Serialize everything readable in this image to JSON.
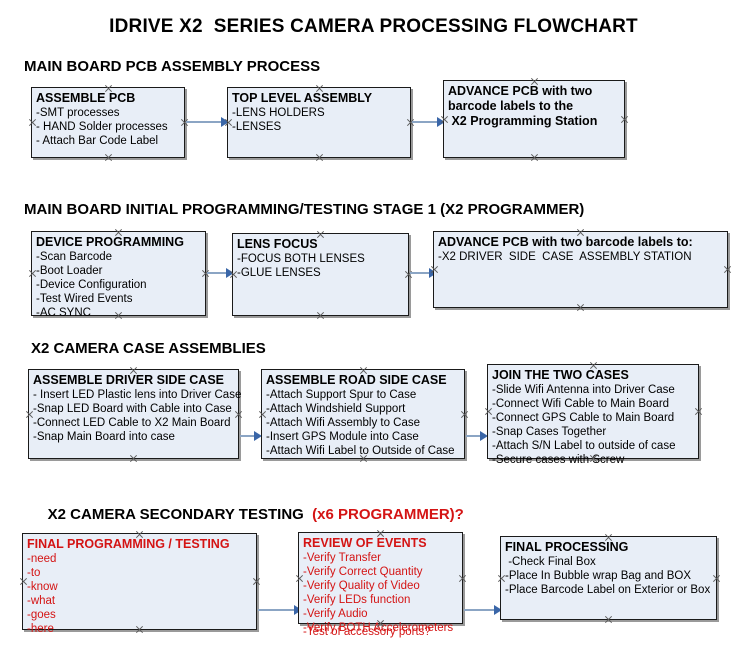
{
  "document": {
    "title": "IDRIVE X2  SERIES CAMERA PROCESSING FLOWCHART"
  },
  "colors": {
    "box_fill": "#e8eef7",
    "box_border": "#1a1a1a",
    "connector_line": "#8ba5c4",
    "connector_head": "#3a66a8",
    "accent_red": "#d41414",
    "text": "#000000"
  },
  "sections": [
    {
      "id": "main-board-pcb-assembly-process",
      "header": "MAIN BOARD PCB ASSEMBLY PROCESS",
      "header_accent": "",
      "boxes": [
        {
          "id": "assemble-pcb",
          "title": "ASSEMBLE PCB",
          "lines": [
            "-SMT processes",
            "- HAND Solder processes",
            "- Attach Bar Code Label"
          ]
        },
        {
          "id": "top-level-assembly",
          "title": "TOP LEVEL ASSEMBLY",
          "lines": [
            "-LENS HOLDERS",
            "-LENSES"
          ]
        },
        {
          "id": "advance-pcb-programming-station",
          "title": "ADVANCE PCB with two",
          "title_lines": [
            "ADVANCE PCB with two",
            "barcode labels to the",
            " X2 Programming Station"
          ],
          "lines": []
        }
      ]
    },
    {
      "id": "main-board-initial-programming",
      "header": "MAIN BOARD INITIAL PROGRAMMING/TESTING STAGE 1 (X2 PROGRAMMER)",
      "header_accent": "",
      "boxes": [
        {
          "id": "device-programming",
          "title": "DEVICE PROGRAMMING",
          "lines": [
            "-Scan Barcode",
            "-Boot Loader",
            "-Device Configuration",
            "-Test Wired Events",
            "-AC SYNC"
          ]
        },
        {
          "id": "lens-focus",
          "title": "LENS FOCUS",
          "lines": [
            "-FOCUS BOTH LENSES",
            "-GLUE LENSES"
          ]
        },
        {
          "id": "advance-pcb-driver-side-case",
          "title": "ADVANCE PCB with two barcode labels to:",
          "lines": [
            "-X2 DRIVER  SIDE  CASE  ASSEMBLY STATION"
          ]
        }
      ]
    },
    {
      "id": "x2-camera-case-assemblies",
      "header": "X2 CAMERA CASE ASSEMBLIES",
      "header_accent": "",
      "boxes": [
        {
          "id": "assemble-driver-side-case",
          "title": "ASSEMBLE DRIVER SIDE CASE",
          "lines": [
            "- Insert LED Plastic lens into Driver Case",
            "-Snap LED Board with Cable into Case",
            "-Connect LED Cable to X2 Main Board",
            "-Snap Main Board into case"
          ]
        },
        {
          "id": "assemble-road-side-case",
          "title": "ASSEMBLE ROAD SIDE CASE",
          "lines": [
            "-Attach Support Spur to Case",
            "-Attach Windshield Support",
            "-Attach Wifi Assembly to Case",
            "-Insert GPS Module into Case",
            "-Attach Wifi Label to Outside of Case"
          ]
        },
        {
          "id": "join-the-two-cases",
          "title": "JOIN THE TWO CASES",
          "lines": [
            "-Slide Wifi Antenna into Driver Case",
            "-Connect Wifi Cable to Main Board",
            "-Connect GPS Cable to Main Board",
            "-Snap Cases Together",
            "-Attach S/N Label to outside of case",
            "-Secure cases with Screw"
          ]
        }
      ]
    },
    {
      "id": "x2-camera-secondary-testing",
      "header": "X2 CAMERA SECONDARY TESTING  ",
      "header_accent": "(x6 PROGRAMMER)?",
      "boxes": [
        {
          "id": "final-programming-testing",
          "title": "FINAL PROGRAMMING / TESTING",
          "lines": [
            "-need",
            "-to",
            "-know",
            "-what",
            "-goes",
            "-here"
          ]
        },
        {
          "id": "review-of-events",
          "title": "REVIEW OF EVENTS",
          "lines": [
            "-Verify Transfer",
            "-Verify Correct Quantity",
            "-Verify Quality of Video",
            "-Verify LEDs function",
            "-Verify Audio",
            "-Verify BOTH Accelerometers"
          ],
          "overflow_line": "-Test of accessory ports?"
        },
        {
          "id": "final-processing",
          "title": "FINAL PROCESSING",
          "lines": [
            " -Check Final Box",
            "-Place In Bubble wrap Bag and BOX",
            "-Place Barcode Label on Exterior or Box"
          ]
        }
      ]
    }
  ]
}
